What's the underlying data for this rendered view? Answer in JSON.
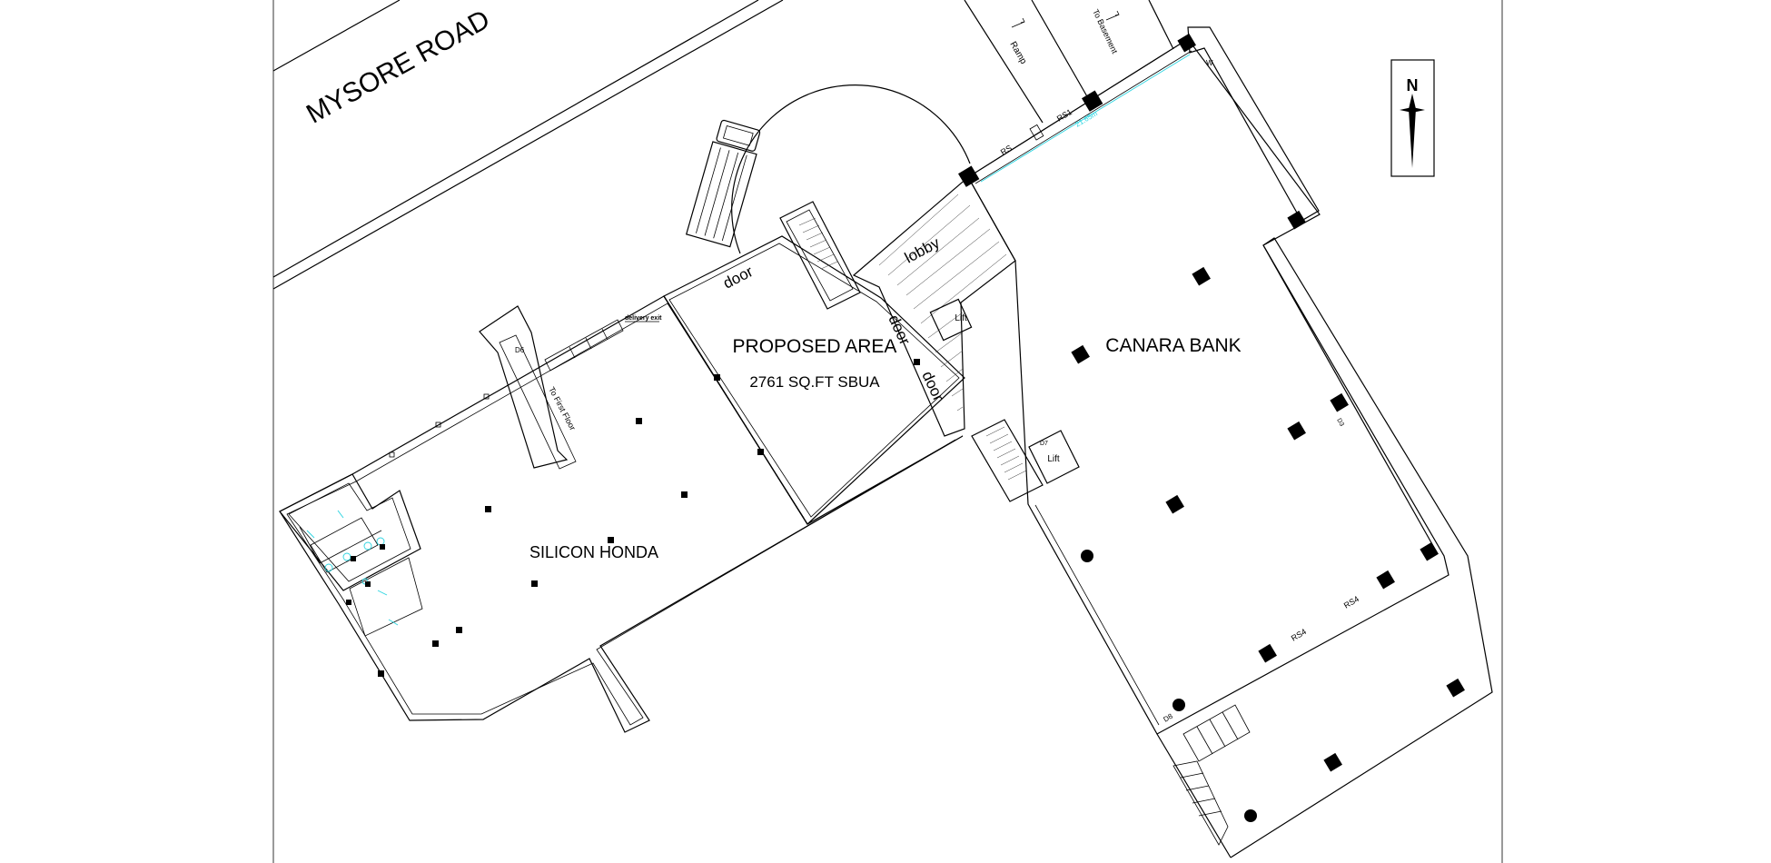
{
  "road": "MYSORE ROAD",
  "ramp": "Ramp",
  "to_basement": "To Basement",
  "north": "N",
  "labels": {
    "proposed_area": "PROPOSED AREA",
    "proposed_size": "2761 SQ.FT SBUA",
    "canara": "CANARA BANK",
    "honda": "SILICON HONDA",
    "lobby": "lobby",
    "door1": "door",
    "door2": "door",
    "door3": "door",
    "delivery_exit": "delivery exit",
    "to_first_floor": "To First Floor",
    "lift1": "Lift",
    "lift2": "Lift",
    "d6": "D6",
    "d7": "D7",
    "rs": "RS",
    "rs1": "RS1",
    "rs4a": "RS4",
    "rs4b": "RS4",
    "w": "W",
    "d8": "D8",
    "d3": "D3",
    "dimension": "21.65m"
  }
}
